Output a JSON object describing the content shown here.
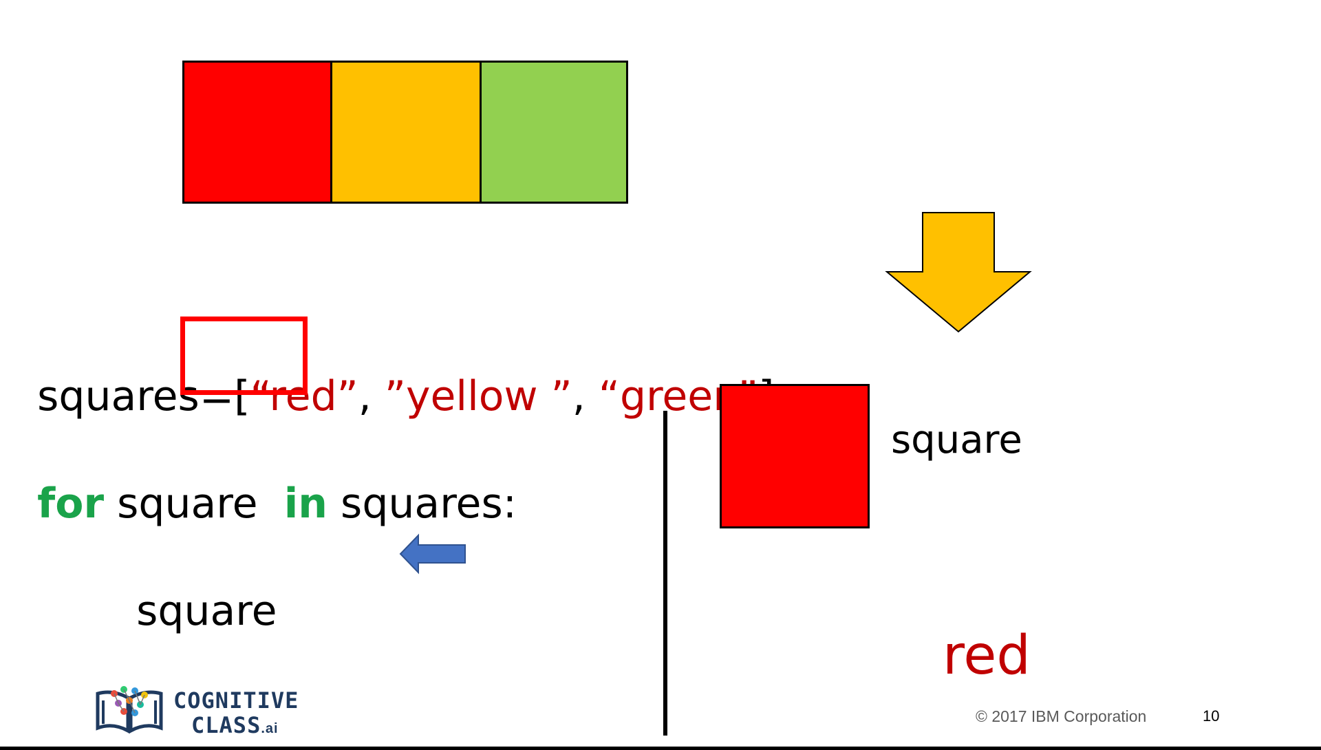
{
  "colors": {
    "red": "#ff0000",
    "yellow": "#ffc000",
    "green": "#92d050",
    "string_red": "#c00000",
    "keyword_green": "#1aa34a",
    "blue_arrow": "#4472c4",
    "highlight": "#ff0000"
  },
  "code": {
    "list_name": "squares=[",
    "items": [
      "“red”",
      "”yellow ”",
      "“green”"
    ],
    "separator": ", ",
    "list_close": "]",
    "loop_keyword_for": "for",
    "loop_var": " square  ",
    "loop_keyword_in": "in",
    "loop_iterable": " squares:",
    "body_var": "square"
  },
  "panel": {
    "variable_label": "square",
    "current_value": "red"
  },
  "footer": {
    "copyright": "© 2017 IBM Corporation",
    "page_number": "10"
  },
  "logo": {
    "line1": "COGNITIVE",
    "line2": "CLASS",
    "suffix": ".ai"
  },
  "icons": {
    "down_arrow": "down-arrow-icon",
    "left_arrow": "left-arrow-icon",
    "logo": "cognitive-class-logo-icon"
  }
}
